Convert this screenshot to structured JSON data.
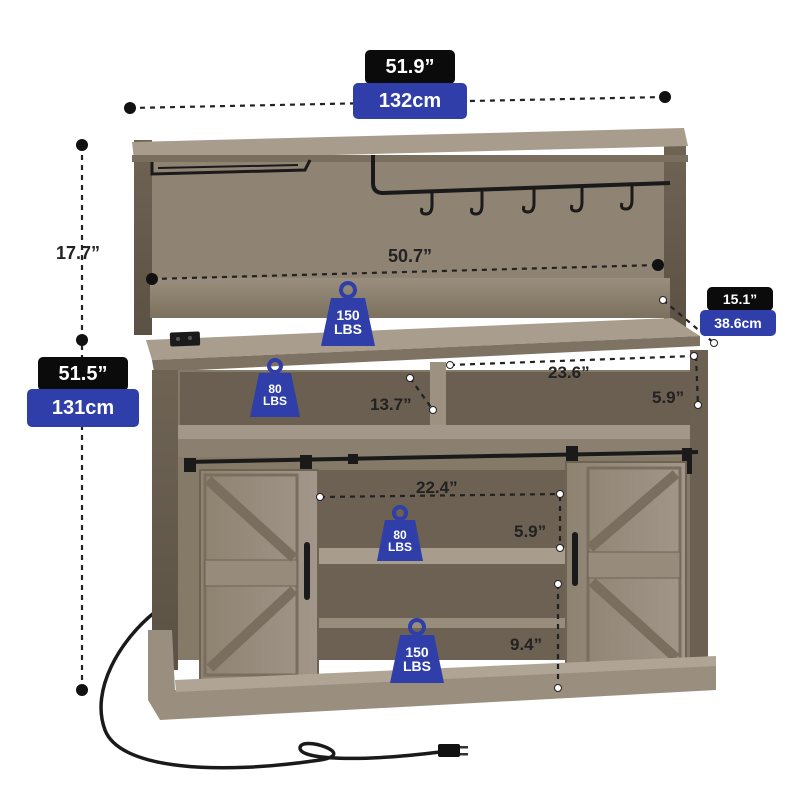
{
  "dimensions": {
    "width_in": "51.9”",
    "width_cm": "132cm",
    "height_in": "51.5”",
    "height_cm": "131cm",
    "hutch_height": "17.7”",
    "hutch_width": "50.7”",
    "depth_in": "15.1”",
    "depth_cm": "38.6cm",
    "upper_shelf_width": "23.6”",
    "upper_shelf_height": "5.9”",
    "upper_cubby_width": "13.7”",
    "cabinet_width": "22.4”",
    "cabinet_shelf_height": "5.9”",
    "cabinet_lower_height": "9.4”"
  },
  "weights": {
    "top": {
      "value": "150",
      "unit": "LBS"
    },
    "upper_shelf": {
      "value": "80",
      "unit": "LBS"
    },
    "middle_shelf": {
      "value": "80",
      "unit": "LBS"
    },
    "bottom": {
      "value": "150",
      "unit": "LBS"
    }
  },
  "colors": {
    "badge_black": "#0b0b0b",
    "badge_blue": "#2f3ea8",
    "wood": "#8a7d6c"
  }
}
